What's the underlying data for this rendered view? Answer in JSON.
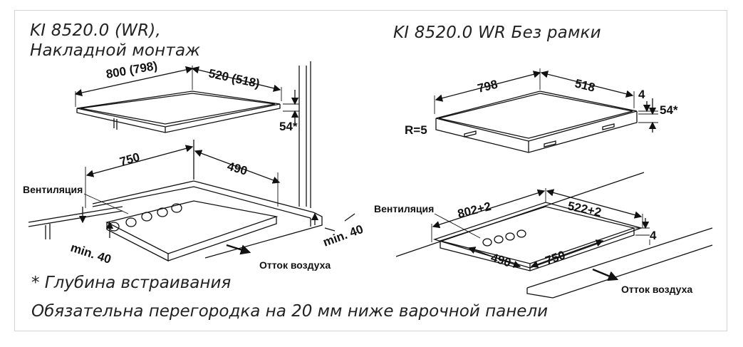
{
  "left_title_line1": "KI 8520.0 (WR),",
  "left_title_line2": "Накладной монтаж",
  "right_title": "KI 8520.0 WR Без рамки",
  "left": {
    "dim_width": "800 (798)",
    "dim_depth": "520 (518)",
    "dim_height": "54*",
    "cut_width": "750",
    "cut_depth": "490",
    "vent_label": "Вентиляция",
    "min_front": "min. 40",
    "min_side": "min. 40",
    "airflow_label": "Отток воздуха"
  },
  "right": {
    "dim_width": "798",
    "dim_depth": "518",
    "dim_top": "4",
    "dim_height": "54*",
    "radius": "R=5",
    "vent_label": "Вентиляция",
    "cut_width": "802+2",
    "cut_depth": "522+2",
    "cut_depth_inner": "490",
    "cut_width_inner": "750",
    "frame_depth": "4",
    "airflow_label": "Отток воздуха"
  },
  "footnote1": "* Глубина встраивания",
  "footnote2": "Обязательна перегородка на 20 мм ниже варочной панели"
}
